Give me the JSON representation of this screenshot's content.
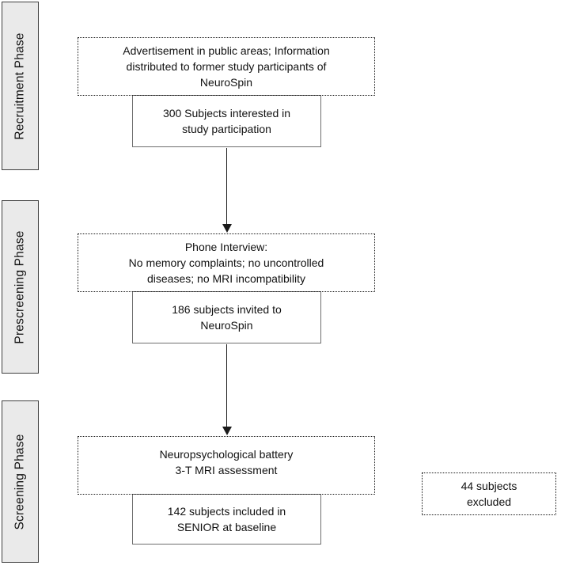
{
  "phases": [
    {
      "label": "Recruitment Phase"
    },
    {
      "label": "Prescreening Phase"
    },
    {
      "label": "Screening Phase"
    }
  ],
  "flow": [
    {
      "criteria": "Advertisement in public areas; Information\ndistributed to former study participants of\nNeuroSpin",
      "result": "300 Subjects interested in\nstudy participation"
    },
    {
      "criteria": "Phone Interview:\nNo memory complaints; no uncontrolled\ndiseases; no MRI incompatibility",
      "result": "186 subjects invited to\nNeuroSpin"
    },
    {
      "criteria": "Neuropsychological battery\n3-T MRI assessment",
      "result": "142 subjects included in\nSENIOR at baseline"
    }
  ],
  "excluded": {
    "label": "44 subjects\nexcluded"
  },
  "colors": {
    "phase_fill": "#eaeaea",
    "phase_border": "#404040",
    "result_border": "#6e6e6e",
    "dotted_border": "#1a1a1a",
    "arrow": "#1a1a1a",
    "text": "#111111",
    "background": "#ffffff"
  }
}
